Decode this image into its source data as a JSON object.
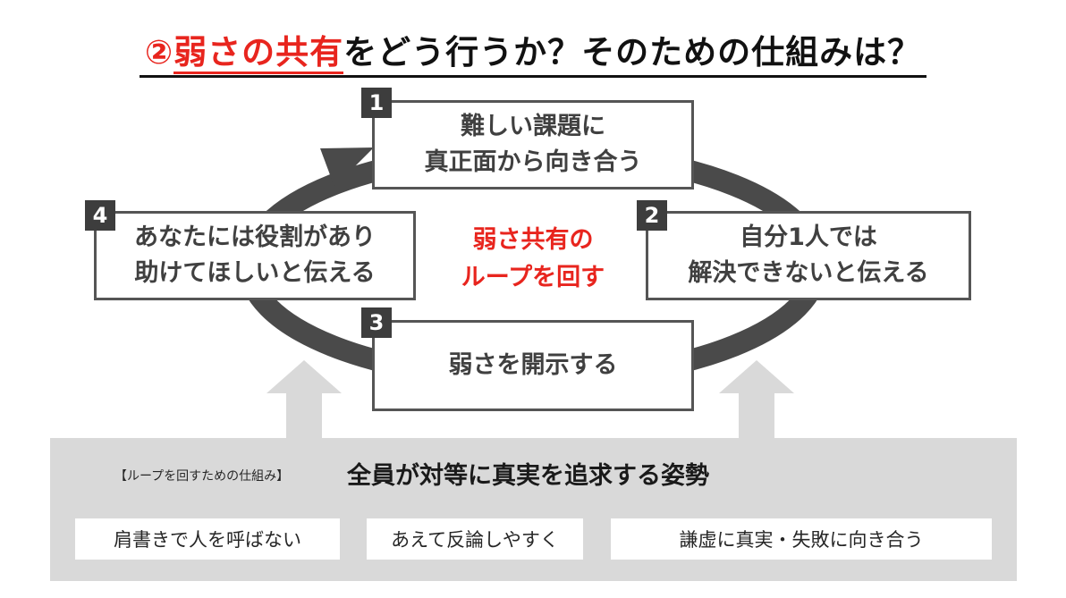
{
  "title": {
    "number": "②",
    "highlight": "弱さの共有",
    "rest": "をどう行うか？そのための仕組みは？"
  },
  "steps": [
    {
      "num": "1",
      "lines": [
        "難しい課題に",
        "真正面から向き合う"
      ]
    },
    {
      "num": "2",
      "lines": [
        "自分1人では",
        "解決できないと伝える"
      ]
    },
    {
      "num": "3",
      "lines": [
        "弱さを開示する"
      ]
    },
    {
      "num": "4",
      "lines": [
        "あなたには役割があり",
        "助けてほしいと伝える"
      ]
    }
  ],
  "center": {
    "line1": "弱さ共有の",
    "line2": "ループを回す"
  },
  "foundation": {
    "caption": "【ループを回すための仕組み】",
    "title": "全員が対等に真実を追求する姿勢",
    "items": [
      "肩書きで人を呼ばない",
      "あえて反論しやすく",
      "謙虚に真実・失敗に向き合う"
    ]
  },
  "colors": {
    "accent": "#e8251e",
    "loop_arrow": "#4a4a4a",
    "box_border": "#555555",
    "badge": "#3d3d3d",
    "support_arrow": "#d9d9d9",
    "panel": "#d9d9d9"
  }
}
